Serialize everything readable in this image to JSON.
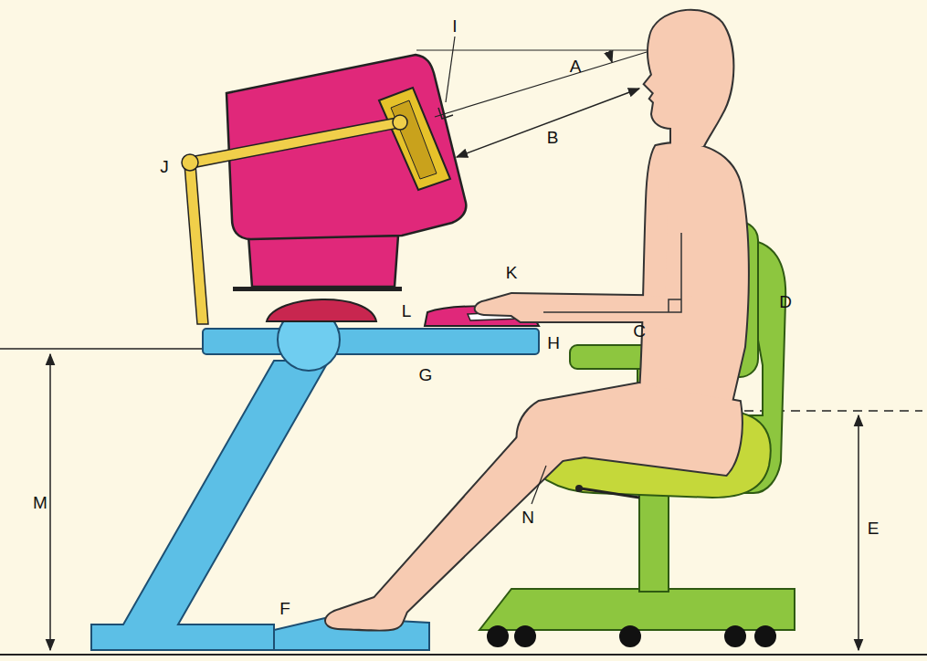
{
  "diagram": {
    "labels": [
      "A",
      "I",
      "B",
      "J",
      "K",
      "L",
      "D",
      "C",
      "H",
      "G",
      "M",
      "E",
      "N",
      "F"
    ]
  }
}
